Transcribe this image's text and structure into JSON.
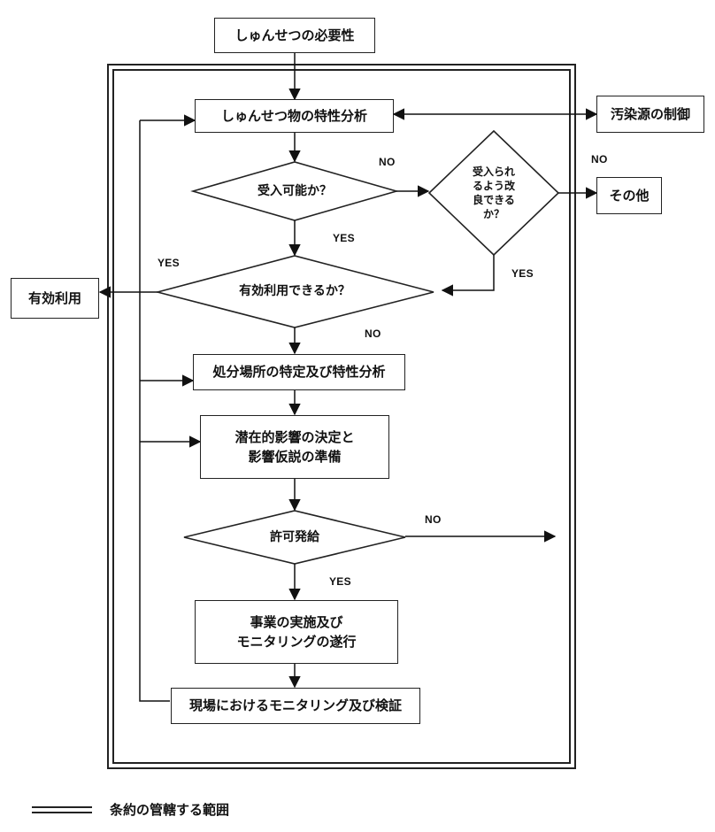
{
  "nodes": {
    "start": "しゅんせつの必要性",
    "analysis": "しゅんせつ物の特性分析",
    "pollution": "汚染源の制御",
    "acceptable": "受入可能か？",
    "improve": [
      "受入られ",
      "るよう改",
      "良できる",
      "か？"
    ],
    "other": "その他",
    "beneficial_q": "有効利用できるか？",
    "beneficial": "有効利用",
    "disposal": "処分場所の特定及び特性分析",
    "impact": [
      "潜在的影響の決定と",
      "影響仮説の準備"
    ],
    "permit": "許可発給",
    "execute": [
      "事業の実施及び",
      "モニタリングの遂行"
    ],
    "field": "現場におけるモニタリング及び検証"
  },
  "labels": {
    "no_acceptable": "NO",
    "no_improve": "NO",
    "yes_acceptable": "YES",
    "yes_beneficial": "YES",
    "yes_improve": "YES",
    "no_beneficial": "NO",
    "no_permit": "NO",
    "yes_permit": "YES"
  },
  "legend": {
    "text": "条約の管轄する範囲"
  }
}
